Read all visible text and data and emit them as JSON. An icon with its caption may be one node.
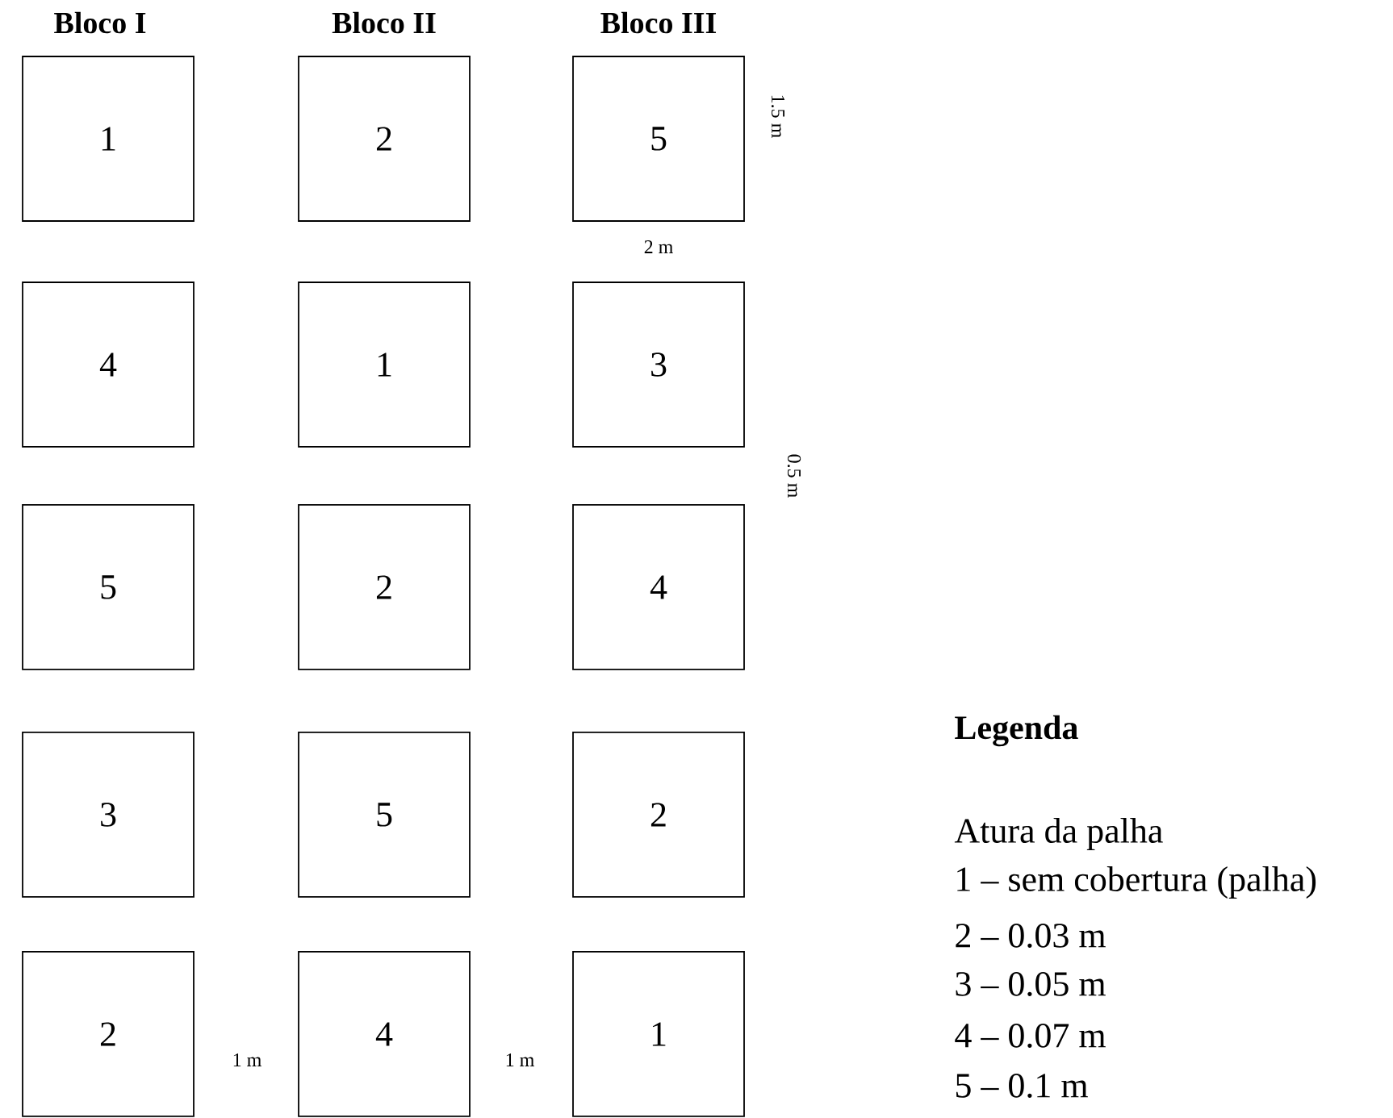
{
  "diagram": {
    "nodes": [
      {
        "text": [
          "1"
        ]
      },
      {
        "text": [
          "2"
        ]
      },
      {
        "text": [
          "5"
        ]
      },
      {
        "text": [
          "4"
        ]
      },
      {
        "text": [
          "1"
        ]
      },
      {
        "text": [
          "3"
        ]
      },
      {
        "text": [
          "5"
        ]
      },
      {
        "text": [
          "2"
        ]
      },
      {
        "text": [
          "4"
        ]
      },
      {
        "text": [
          "3"
        ]
      },
      {
        "text": [
          "5"
        ]
      },
      {
        "text": [
          "2"
        ]
      },
      {
        "text": [
          "2"
        ]
      },
      {
        "text": [
          "4"
        ]
      },
      {
        "text": [
          "1"
        ]
      }
    ],
    "labels": [
      "Bloco I",
      "Bloco II",
      "Bloco III",
      "1.5 m",
      "2 m",
      "0.5 m",
      "1 m",
      "1 m",
      "Legenda",
      "Atura da palha",
      "1 – sem cobertura (palha)",
      "2 – 0.03 m",
      "3 – 0.05 m",
      "4 – 0.07 m",
      "5 – 0.1 m"
    ]
  }
}
